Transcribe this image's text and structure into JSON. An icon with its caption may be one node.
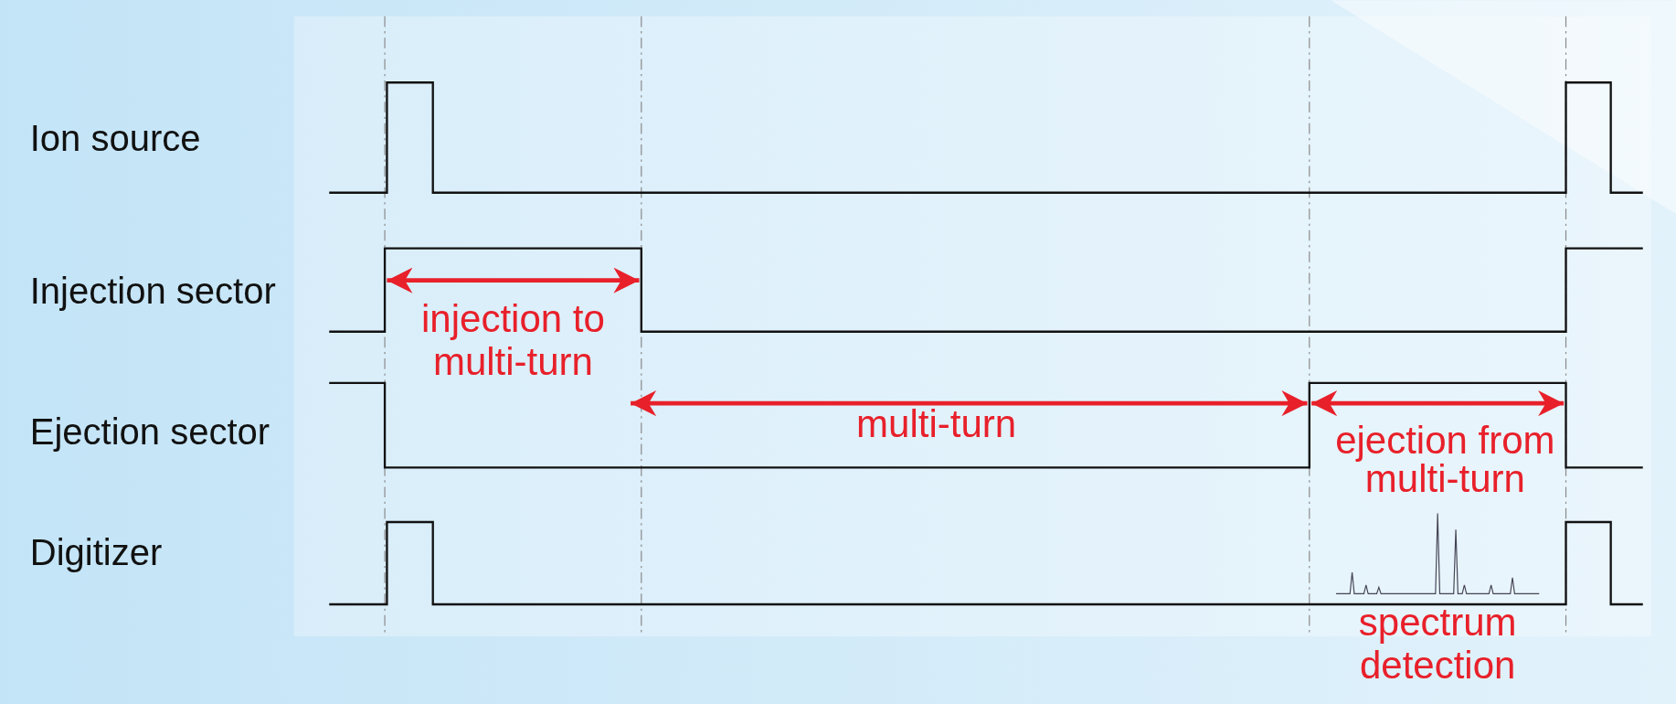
{
  "diagram": {
    "labels": [
      "Ion source",
      "Injection sector",
      "Ejection sector",
      "Digitizer",
      "injection to multi-turn",
      "multi-turn",
      "ejection from multi-turn",
      "spectrum detection"
    ]
  }
}
